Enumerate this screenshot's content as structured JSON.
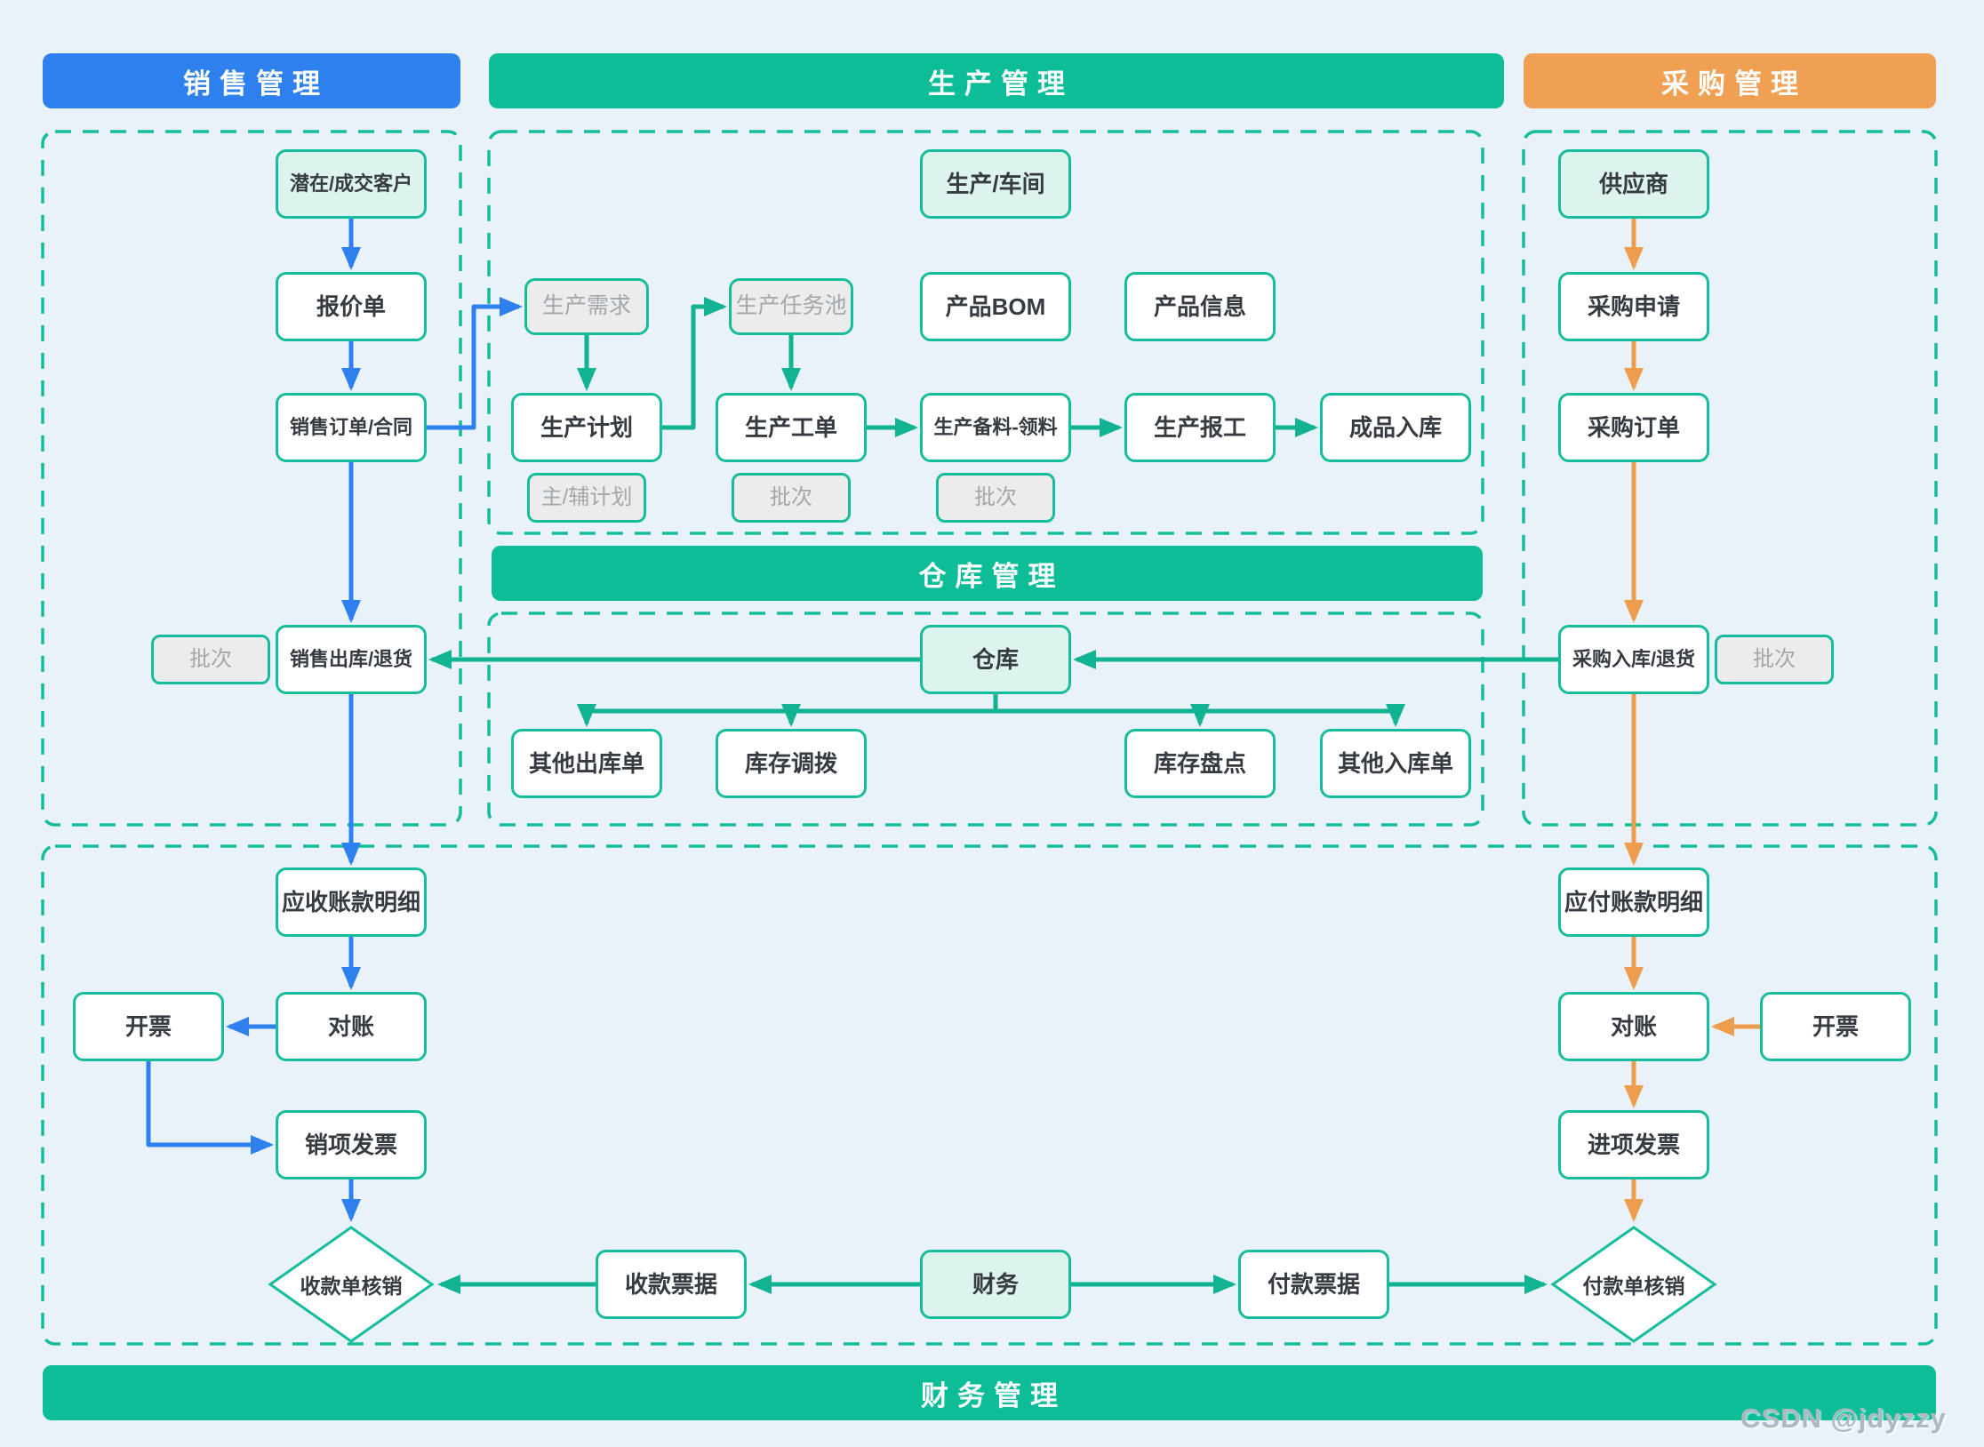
{
  "colors": {
    "bg": "#e9f1f9",
    "blue": "#2e80ee",
    "green_bar": "#0dbd98",
    "green_border": "#16bd9c",
    "green_arrow": "#11b393",
    "orange_bar": "#f0a053",
    "orange_arrow": "#ee9d4e",
    "entity_fill": "#ddf3ee",
    "ghost_fill": "#ececec",
    "ghost_text": "#a2a7ac",
    "node_text": "#363b41",
    "watermark_color": "#aeb8c2"
  },
  "headers": {
    "sales": "销售管理",
    "production": "生产管理",
    "purchase": "采购管理",
    "warehouse": "仓库管理",
    "finance": "财务管理"
  },
  "watermark": "CSDN @jdyzzy",
  "nodes": [
    {
      "id": "customer",
      "label": "潜在/成交客户",
      "kind": "entity"
    },
    {
      "id": "quote",
      "label": "报价单",
      "kind": "box"
    },
    {
      "id": "order",
      "label": "销售订单/合同",
      "kind": "box"
    },
    {
      "id": "batch_s",
      "label": "批次",
      "kind": "tag"
    },
    {
      "id": "ship",
      "label": "销售出库/退货",
      "kind": "box"
    },
    {
      "id": "ar",
      "label": "应收账款明细",
      "kind": "box"
    },
    {
      "id": "recon_s",
      "label": "对账",
      "kind": "box"
    },
    {
      "id": "invoice_s",
      "label": "开票",
      "kind": "box"
    },
    {
      "id": "sales_inv",
      "label": "销项发票",
      "kind": "box"
    },
    {
      "id": "receipt_writeoff",
      "label": "收款单核销",
      "kind": "diamond"
    },
    {
      "id": "workshop",
      "label": "生产/车间",
      "kind": "entity"
    },
    {
      "id": "demand",
      "label": "生产需求",
      "kind": "ghost"
    },
    {
      "id": "taskpool",
      "label": "生产任务池",
      "kind": "ghost"
    },
    {
      "id": "bom",
      "label": "产品BOM",
      "kind": "box"
    },
    {
      "id": "pinfo",
      "label": "产品信息",
      "kind": "box"
    },
    {
      "id": "plan",
      "label": "生产计划",
      "kind": "box"
    },
    {
      "id": "plan_tag",
      "label": "主/辅计划",
      "kind": "tag"
    },
    {
      "id": "workorder",
      "label": "生产工单",
      "kind": "box"
    },
    {
      "id": "batch_w",
      "label": "批次",
      "kind": "tag"
    },
    {
      "id": "material",
      "label": "生产备料-领料",
      "kind": "box"
    },
    {
      "id": "batch_m",
      "label": "批次",
      "kind": "tag"
    },
    {
      "id": "report",
      "label": "生产报工",
      "kind": "box"
    },
    {
      "id": "fgstock",
      "label": "成品入库",
      "kind": "box"
    },
    {
      "id": "wh",
      "label": "仓库",
      "kind": "entity"
    },
    {
      "id": "out_other",
      "label": "其他出库单",
      "kind": "box"
    },
    {
      "id": "transfer",
      "label": "库存调拨",
      "kind": "box"
    },
    {
      "id": "stocktake",
      "label": "库存盘点",
      "kind": "box"
    },
    {
      "id": "in_other",
      "label": "其他入库单",
      "kind": "box"
    },
    {
      "id": "supplier",
      "label": "供应商",
      "kind": "entity"
    },
    {
      "id": "preq",
      "label": "采购申请",
      "kind": "box"
    },
    {
      "id": "porder",
      "label": "采购订单",
      "kind": "box"
    },
    {
      "id": "pin",
      "label": "采购入库/退货",
      "kind": "box"
    },
    {
      "id": "batch_p",
      "label": "批次",
      "kind": "tag"
    },
    {
      "id": "ap",
      "label": "应付账款明细",
      "kind": "box"
    },
    {
      "id": "recon_p",
      "label": "对账",
      "kind": "box"
    },
    {
      "id": "invoice_p",
      "label": "开票",
      "kind": "box"
    },
    {
      "id": "purch_inv",
      "label": "进项发票",
      "kind": "box"
    },
    {
      "id": "fin",
      "label": "财务",
      "kind": "entity"
    },
    {
      "id": "receipt_bill",
      "label": "收款票据",
      "kind": "box"
    },
    {
      "id": "payment_bill",
      "label": "付款票据",
      "kind": "box"
    },
    {
      "id": "payment_writeoff",
      "label": "付款单核销",
      "kind": "diamond"
    }
  ],
  "edges": [
    {
      "from": "customer",
      "to": "quote",
      "color": "blue"
    },
    {
      "from": "quote",
      "to": "order",
      "color": "blue"
    },
    {
      "from": "order",
      "to": "ship",
      "color": "blue"
    },
    {
      "from": "order",
      "to": "demand",
      "color": "blue"
    },
    {
      "from": "ship",
      "to": "ar",
      "color": "blue"
    },
    {
      "from": "ar",
      "to": "recon_s",
      "color": "blue"
    },
    {
      "from": "recon_s",
      "to": "invoice_s",
      "color": "blue"
    },
    {
      "from": "invoice_s",
      "to": "sales_inv",
      "color": "blue"
    },
    {
      "from": "sales_inv",
      "to": "receipt_writeoff",
      "color": "blue"
    },
    {
      "from": "demand",
      "to": "plan",
      "color": "green"
    },
    {
      "from": "plan",
      "to": "taskpool",
      "color": "green"
    },
    {
      "from": "taskpool",
      "to": "workorder",
      "color": "green"
    },
    {
      "from": "workorder",
      "to": "material",
      "color": "green"
    },
    {
      "from": "material",
      "to": "report",
      "color": "green"
    },
    {
      "from": "report",
      "to": "fgstock",
      "color": "green"
    },
    {
      "from": "pin",
      "to": "wh",
      "color": "green"
    },
    {
      "from": "wh",
      "to": "ship",
      "color": "green"
    },
    {
      "from": "wh",
      "to": "out_other",
      "color": "green"
    },
    {
      "from": "wh",
      "to": "transfer",
      "color": "green"
    },
    {
      "from": "wh",
      "to": "stocktake",
      "color": "green"
    },
    {
      "from": "wh",
      "to": "in_other",
      "color": "green"
    },
    {
      "from": "fin",
      "to": "receipt_bill",
      "color": "green"
    },
    {
      "from": "receipt_bill",
      "to": "receipt_writeoff",
      "color": "green"
    },
    {
      "from": "fin",
      "to": "payment_bill",
      "color": "green"
    },
    {
      "from": "payment_bill",
      "to": "payment_writeoff",
      "color": "green"
    },
    {
      "from": "supplier",
      "to": "preq",
      "color": "orange"
    },
    {
      "from": "preq",
      "to": "porder",
      "color": "orange"
    },
    {
      "from": "porder",
      "to": "pin",
      "color": "orange"
    },
    {
      "from": "pin",
      "to": "ap",
      "color": "orange"
    },
    {
      "from": "ap",
      "to": "recon_p",
      "color": "orange"
    },
    {
      "from": "invoice_p",
      "to": "recon_p",
      "color": "orange"
    },
    {
      "from": "recon_p",
      "to": "purch_inv",
      "color": "orange"
    },
    {
      "from": "purch_inv",
      "to": "payment_writeoff",
      "color": "orange"
    }
  ]
}
